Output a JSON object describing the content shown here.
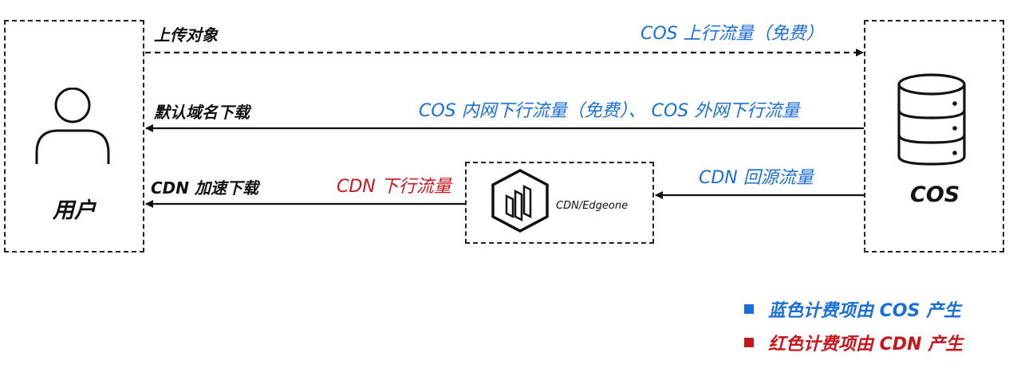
{
  "nodes": {
    "user": "用户",
    "cos": "COS",
    "cdn": "CDN/Edgeone"
  },
  "flows": {
    "upload": "上传对象",
    "upload_fee": "COS 上行流量（免费）",
    "default_download": "默认域名下载",
    "default_download_fee": "COS 内网下行流量（免费）、 COS 外网下行流量",
    "cdn_download": "CDN 加速下载",
    "cdn_download_fee": "CDN 下行流量",
    "origin_fetch_fee": "CDN 回源流量"
  },
  "legend": {
    "blue_text": "蓝色计费项由 COS 产生",
    "red_text": "红色计费项由 CDN 产生"
  },
  "colors": {
    "blue": "#1a6fd4",
    "red": "#c8161d"
  },
  "icons": {
    "user": "user-icon",
    "cos": "database-icon",
    "cdn": "cdn-logo-icon"
  }
}
